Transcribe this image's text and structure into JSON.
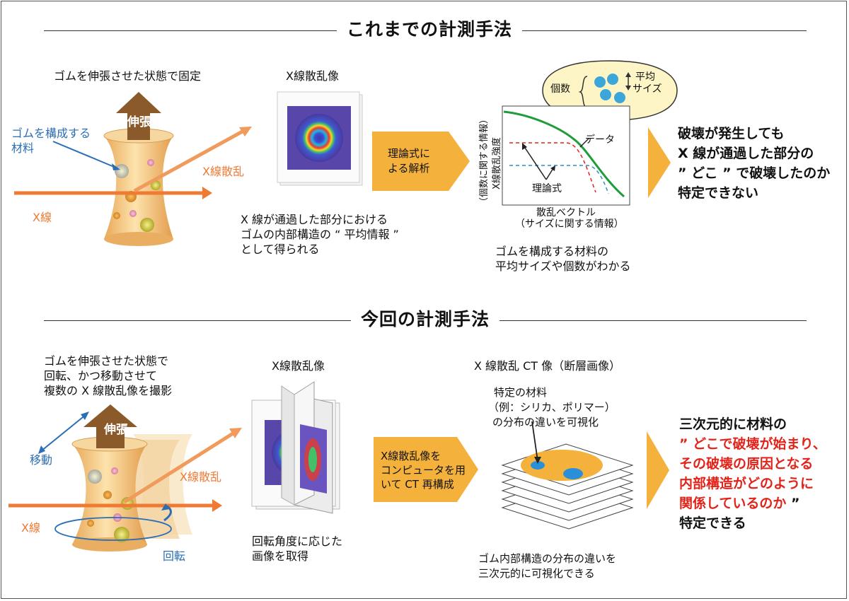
{
  "top": {
    "title": "これまでの計測手法",
    "fixed_label": "ゴムを伸張させた状態で固定",
    "stretch_label": "伸張",
    "material_label": [
      "ゴムを構成する",
      "材料"
    ],
    "xray_label": "X線",
    "scatter_label": "X線散乱",
    "image_title": "X線散乱像",
    "image_caption": [
      "X 線が通過した部分における",
      "ゴムの内部構造の “ 平均情報 ”",
      "として得られる"
    ],
    "analysis_arrow": [
      "理論式に",
      "よる解析"
    ],
    "bubble_count": "個数",
    "bubble_size": [
      "平均",
      "サイズ"
    ],
    "graph_ylabel": [
      "（個数に関する情報）",
      "X線散乱強度"
    ],
    "graph_data_label": "データ",
    "graph_theory_label": "理論式",
    "graph_xlabel": [
      "散乱ベクトル",
      "（サイズに関する情報）"
    ],
    "graph_caption": [
      "ゴムを構成する材料の",
      "平均サイズや個数がわかる"
    ],
    "result": [
      "破壊が発生しても",
      "X 線が通過した部分の",
      "” どこ ” で破壊したのか",
      "特定できない"
    ]
  },
  "bottom": {
    "title": "今回の計測手法",
    "method_label": [
      "ゴムを伸張させた状態で",
      "回転、かつ移動させて",
      "複数の X 線散乱像を撮影"
    ],
    "stretch_label": "伸張",
    "move_label": "移動",
    "scatter_label": "X線散乱",
    "xray_label": "X線",
    "rotate_label": "回転",
    "image_title": "X線散乱像",
    "image_caption": [
      "回転角度に応じた",
      "画像を取得"
    ],
    "ct_arrow": [
      "X線散乱像を",
      "コンピュータを用",
      "いて CT 再構成"
    ],
    "ct_title": "X 線散乱 CT 像（断層画像）",
    "ct_note": [
      "特定の材料",
      "（例：シリカ、ポリマー）",
      "の分布の違いを可視化"
    ],
    "ct_caption": [
      "ゴム内部構造の分布の違いを",
      "三次元的に可視化できる"
    ],
    "result_line1": "三次元的に材料の",
    "result_red": [
      "” どこで破壊が始まり、",
      "その破壊の原因となる",
      "内部構造がどのように",
      "関係しているのか"
    ],
    "result_quote": " ”",
    "result_last": "特定できる"
  },
  "colors": {
    "orange_arrow": "#f4b23c",
    "xray_orange": "#ee7a33",
    "blue_text": "#2a6fb5",
    "red_text": "#e2231a",
    "brown_arrow": "#8a5a2b",
    "rubber": "#f1c47b",
    "bubble": "#fdf5c6",
    "curve_green": "#1f9d3a"
  }
}
